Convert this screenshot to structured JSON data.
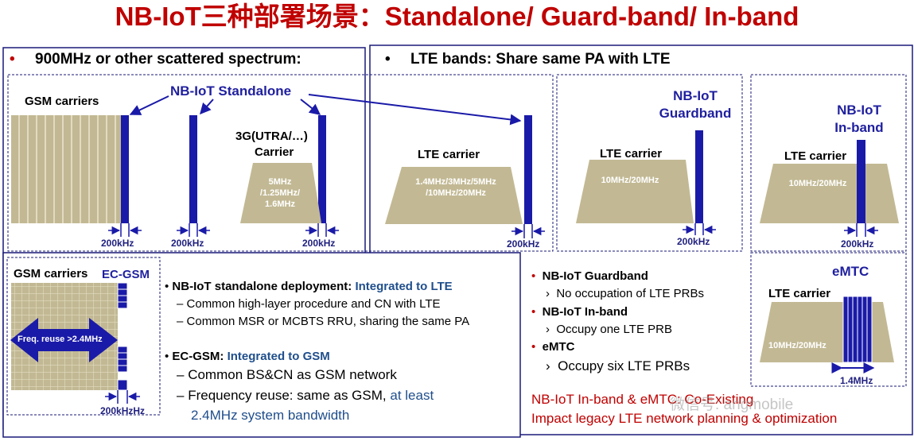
{
  "title": "NB-IoT三种部署场景：Standalone/ Guard-band/ In-band",
  "left_panel": {
    "bullet": "•",
    "heading": "900MHz or other scattered spectrum:",
    "gsm_carriers": "GSM carriers",
    "standalone_label": "NB-IoT Standalone",
    "carrier_3g_line1": "3G(UTRA/…)",
    "carrier_3g_line2": "Carrier",
    "trap_3g": [
      "5MHz",
      "/1.25MHz/",
      "1.6MHz"
    ],
    "khz": "200kHz"
  },
  "right_panel": {
    "bullet": "•",
    "heading": "LTE bands: Share same PA with LTE",
    "lte_carrier": "LTE carrier",
    "trap1": [
      "1.4MHz/3MHz/5MHz",
      "/10MHz/20MHz"
    ],
    "trap2": "10MHz/20MHz",
    "trap3": "10MHz/20MHz",
    "guardband_label": [
      "NB-IoT",
      "Guardband"
    ],
    "inband_label": [
      "NB-IoT",
      "In-band"
    ],
    "khz": "200kHz"
  },
  "ecgsm_panel": {
    "gsm_carriers": "GSM carriers",
    "ec_gsm": "EC-GSM",
    "freq_reuse": "Freq. reuse >2.4MHz",
    "khz": "200kHzHz"
  },
  "middle_text": {
    "b1_bold": "NB-IoT standalone deployment:",
    "b1_colored": "Integrated to LTE",
    "b1_sub1": "Common high-layer procedure and CN with LTE",
    "b1_sub2": "Common MSR or MCBTS RRU, sharing the same PA",
    "b2_bold": "EC-GSM:",
    "b2_colored": "Integrated to GSM",
    "b2_sub1": "Common BS&CN as GSM network",
    "b2_sub2_black": "Frequency reuse: same as GSM,",
    "b2_sub2_colored": "at least",
    "b2_sub3_colored": "2.4MHz system bandwidth",
    "dash": "–"
  },
  "right_text": {
    "i1": "NB-IoT Guardband",
    "i1_sub": "No occupation of LTE PRBs",
    "i2": "NB-IoT In-band",
    "i2_sub": "Occupy one LTE PRB",
    "i3": "eMTC",
    "i3_sub": "Occupy six LTE PRBs",
    "bullet": "•",
    "chevron": "›",
    "footer1": "NB-IoT In-band & eMTC: Co-Existing",
    "footer2": "Impact legacy LTE network planning & optimization",
    "watermark": "微信号: angmobile"
  },
  "emtc_panel": {
    "emtc": "eMTC",
    "lte_carrier": "LTE carrier",
    "trap": "10MHz/20MHz",
    "width": "1.4MHz"
  },
  "colors": {
    "title": "#c00000",
    "nb_bar": "#1a1aa8",
    "tan": "#c2b994",
    "navy_text": "#1f4e8c",
    "red": "#c00000"
  }
}
